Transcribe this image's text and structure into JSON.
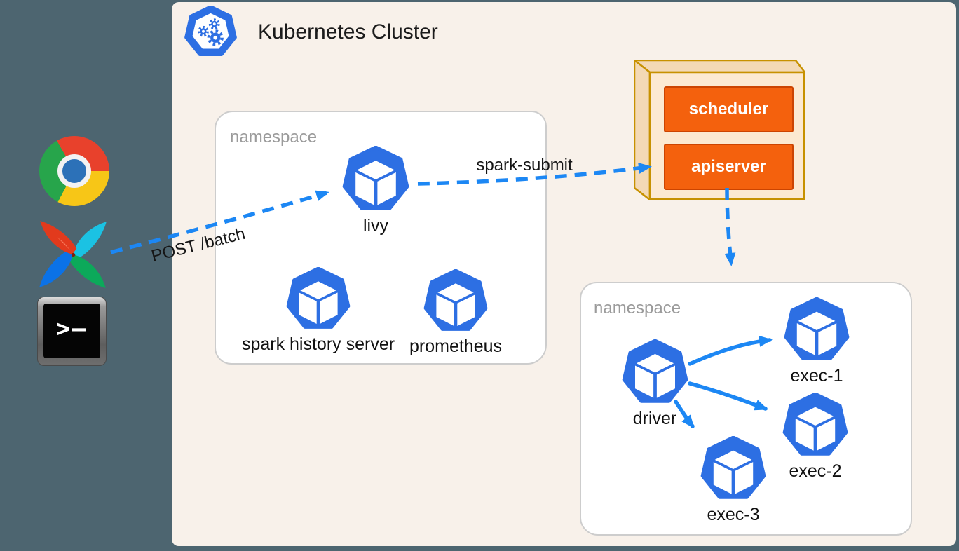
{
  "header": {
    "title": "Kubernetes Cluster"
  },
  "clients": [
    {
      "name": "chrome-browser"
    },
    {
      "name": "apache-airflow"
    },
    {
      "name": "terminal",
      "prompt": ">–"
    }
  ],
  "namespaces": [
    {
      "label": "namespace",
      "pods": [
        {
          "label": "livy"
        },
        {
          "label": "spark history server"
        },
        {
          "label": "prometheus"
        }
      ]
    },
    {
      "label": "namespace",
      "pods": [
        {
          "label": "driver"
        },
        {
          "label": "exec-1"
        },
        {
          "label": "exec-2"
        },
        {
          "label": "exec-3"
        }
      ]
    }
  ],
  "control_plane": {
    "components": [
      {
        "label": "scheduler"
      },
      {
        "label": "apiserver"
      }
    ]
  },
  "edges": [
    {
      "label": "POST /batch",
      "from": "clients",
      "to": "livy",
      "style": "dashed"
    },
    {
      "label": "spark-submit",
      "from": "livy",
      "to": "apiserver",
      "style": "dashed"
    },
    {
      "label": "",
      "from": "apiserver",
      "to": "namespace-2",
      "style": "dashed"
    },
    {
      "label": "",
      "from": "driver",
      "to": "exec-1",
      "style": "solid"
    },
    {
      "label": "",
      "from": "driver",
      "to": "exec-2",
      "style": "solid"
    },
    {
      "label": "",
      "from": "driver",
      "to": "exec-3",
      "style": "solid"
    }
  ],
  "colors": {
    "background": "#4D6570",
    "panel": "#F8F1EA",
    "pod_blue": "#2D6FE3",
    "arrow_blue": "#1C87F4",
    "namespace_border": "#CDCDCD",
    "namespace_label": "#9B9B9B",
    "node_fill": "#FCE9D1",
    "node_side_fill": "#F3D9B6",
    "node_stroke": "#C79100",
    "component_fill": "#F4610D",
    "component_border": "#CC4400",
    "component_text": "#FFFFFF"
  }
}
